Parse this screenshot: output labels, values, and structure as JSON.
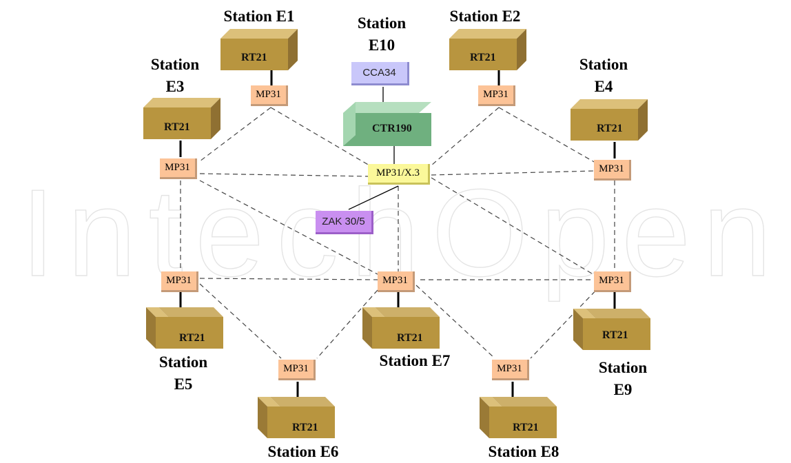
{
  "watermark": "IntechOpen",
  "stations": {
    "e1": {
      "label": "Station E1",
      "rt": "RT21",
      "mp": "MP31"
    },
    "e2": {
      "label": "Station E2",
      "rt": "RT21",
      "mp": "MP31"
    },
    "e3": {
      "label": "Station\nE3",
      "rt": "RT21",
      "mp": "MP31"
    },
    "e4": {
      "label": "Station\nE4",
      "rt": "RT21",
      "mp": "MP31"
    },
    "e5": {
      "label": "Station\nE5",
      "rt": "RT21",
      "mp": "MP31"
    },
    "e6": {
      "label": "Station E6",
      "rt": "RT21",
      "mp": "MP31"
    },
    "e7": {
      "label": "Station E7",
      "rt": "RT21",
      "mp": "MP31"
    },
    "e8": {
      "label": "Station E8",
      "rt": "RT21",
      "mp": "MP31"
    },
    "e9": {
      "label": "Station\nE9",
      "rt": "RT21",
      "mp": "MP31"
    },
    "e10": {
      "label": "Station\nE10",
      "cca": "CCA34",
      "ctr": "CTR190",
      "gateway": "MP31/X.3",
      "zak": "ZAK 30/5"
    }
  },
  "colors": {
    "rt_box": "#b8953f",
    "mp_node": "#fcc397",
    "gateway": "#fbf89a",
    "cca": "#c9c7fa",
    "ctr": "#6fb07f",
    "zak": "#c98ff0"
  }
}
